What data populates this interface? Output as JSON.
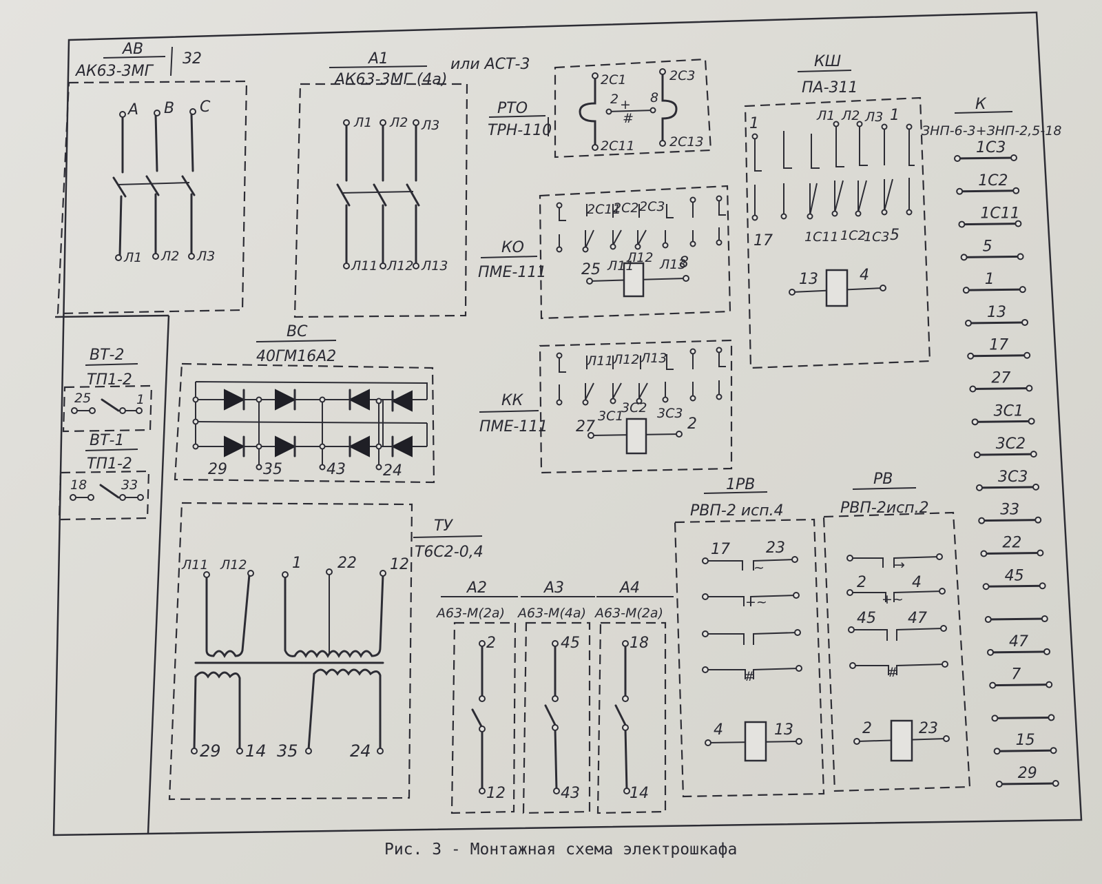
{
  "caption": "Рис. 3 - Монтажная схема электрошкафа",
  "AV": {
    "name": "АВ",
    "type": "АК63-3МГ",
    "extra": "32",
    "top_terminals": [
      "A",
      "B",
      "C"
    ],
    "bottom_terminals": [
      "Л1",
      "Л2",
      "Л3"
    ]
  },
  "A1": {
    "name": "А1",
    "type": "АК63-3МГ (4а)",
    "alt": "или АСТ-3",
    "top_terminals": [
      "Л1",
      "Л2",
      "Л3"
    ],
    "bottom_terminals": [
      "Л11",
      "Л12",
      "Л13"
    ]
  },
  "RTO": {
    "name": "РТО",
    "type": "ТРН-110",
    "terminals": [
      "2С1",
      "2С3",
      "2",
      "8",
      "2С11",
      "2С13"
    ]
  },
  "KO": {
    "name": "КО",
    "type": "ПМЕ-111",
    "top_terminals": [
      "2С11",
      "2С2",
      "2С3"
    ],
    "coil_terminals": [
      "25",
      "Л11",
      "Л12",
      "Л13",
      "8"
    ]
  },
  "KK": {
    "name": "КК",
    "type": "ПМЕ-111",
    "top_terminals": [
      "Л11",
      "Л12",
      "Л13"
    ],
    "coil_terminals": [
      "27",
      "3С1",
      "3С2",
      "3С3",
      "2"
    ]
  },
  "KSH": {
    "name": "КШ",
    "type": "ПА-311",
    "top_terminals": [
      "1",
      "Л1",
      "Л2",
      "Л3",
      "1"
    ],
    "bottom_terminals": [
      "17",
      "1С11",
      "1С2",
      "1С3",
      "5"
    ],
    "coil_terminals": [
      "13",
      "4"
    ]
  },
  "K": {
    "name": "К",
    "type": "ЗНП-6-3+ЗНП-2,5-18",
    "terminals": [
      "1С3",
      "1С2",
      "1С11",
      "5",
      "1",
      "13",
      "17",
      "27",
      "3С1",
      "3С2",
      "3С3",
      "33",
      "22",
      "45",
      "",
      "47",
      "7",
      "",
      "15",
      "29"
    ]
  },
  "VT2": {
    "name": "ВТ-2",
    "type": "ТП1-2",
    "terminals": [
      "25",
      "1"
    ]
  },
  "VT1": {
    "name": "ВТ-1",
    "type": "ТП1-2",
    "terminals": [
      "18",
      "33"
    ]
  },
  "VS": {
    "name": "ВС",
    "type": "40ГМ16А2",
    "terminals": [
      "29",
      "35",
      "43",
      "24"
    ]
  },
  "TU": {
    "name": "ТУ",
    "type": "Т6С2-0,4",
    "primary_terminals": [
      "Л11",
      "Л12",
      "1",
      "22",
      "12"
    ],
    "secondary_terminals": [
      "29",
      "14",
      "35",
      "24"
    ]
  },
  "A2": {
    "name": "А2",
    "type": "А63-М(2а)",
    "terminals": [
      "2",
      "12"
    ]
  },
  "A3": {
    "name": "А3",
    "type": "А63-М(4а)",
    "terminals": [
      "45",
      "43"
    ]
  },
  "A4": {
    "name": "А4",
    "type": "А63-М(2а)",
    "terminals": [
      "18",
      "14"
    ]
  },
  "RV1": {
    "name": "1РВ",
    "type": "РВП-2 исп.4",
    "contact_terminals": [
      "17",
      "23"
    ],
    "coil_terminals": [
      "4",
      "13"
    ]
  },
  "RV": {
    "name": "РВ",
    "type": "РВП-2исп.2",
    "contact_terminals": [
      "2",
      "4",
      "45",
      "47"
    ],
    "coil_terminals": [
      "2",
      "23"
    ]
  }
}
